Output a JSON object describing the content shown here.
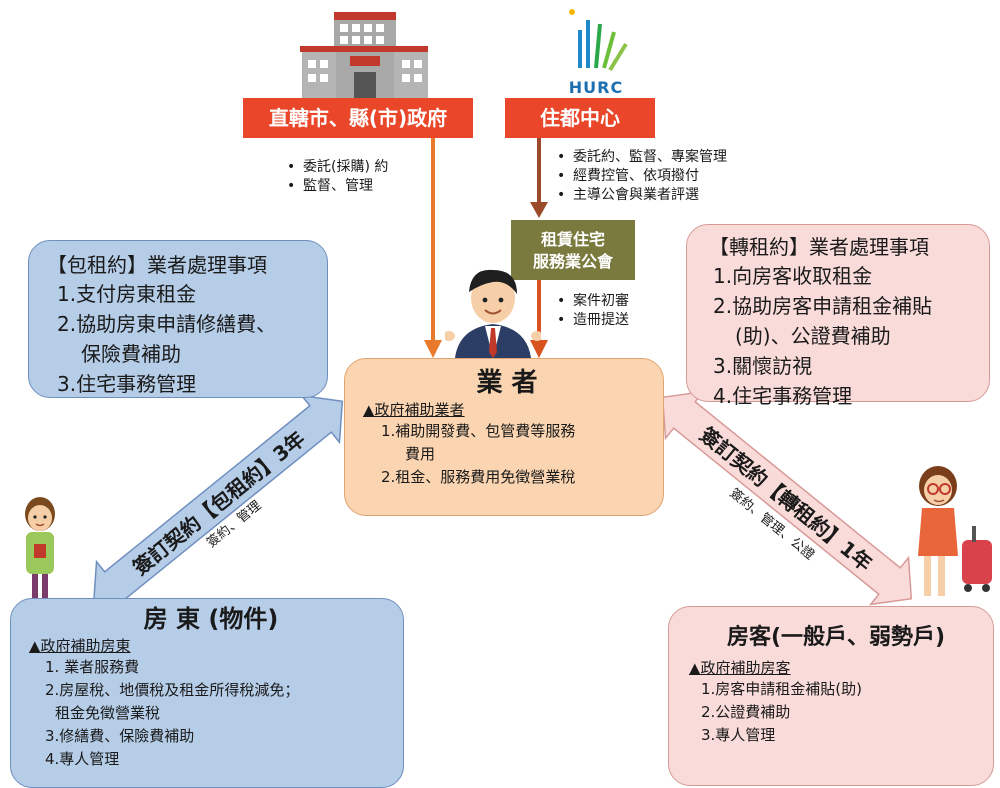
{
  "top": {
    "gov_label": "直轄市、縣(市)政府",
    "gov_bullets": [
      "委託(採購) 約",
      "監督、管理"
    ],
    "hurc_logo_text": "HURC",
    "hurc_label": "住都中心",
    "hurc_bullets": [
      "委託約、監督、專案管理",
      "經費控管、依項撥付",
      "主導公會與業者評選"
    ]
  },
  "association": {
    "line1": "租賃住宅",
    "line2": "服務業公會",
    "bullets": [
      "案件初審",
      "造冊提送"
    ]
  },
  "baozuyue_box": {
    "title": "【包租約】業者處理事項",
    "items": [
      "1.支付房東租金",
      "2.協助房東申請修繕費、",
      "保險費補助",
      "3.住宅事務管理"
    ]
  },
  "zhuanzuyue_box": {
    "title": "【轉租約】業者處理事項",
    "items": [
      "1.向房客收取租金",
      "2.協助房客申請租金補貼",
      "(助)、公證費補助",
      "3.關懷訪視",
      "4.住宅事務管理"
    ]
  },
  "operator": {
    "title": "業 者",
    "subhead": "▲政府補助業者",
    "items": [
      "1.補助開發費、包管費等服務",
      "費用",
      "2.租金、服務費用免徵營業稅"
    ]
  },
  "landlord": {
    "title": "房 東 (物件)",
    "subhead": "▲政府補助房東",
    "items": [
      "1. 業者服務費",
      "2.房屋稅、地價稅及租金所得稅減免；",
      "租金免徵營業稅",
      "3.修繕費、保險費補助",
      "4.專人管理"
    ]
  },
  "tenant": {
    "title": "房客(一般戶、弱勢戶)",
    "subhead": "▲政府補助房客",
    "items": [
      "1.房客申請租金補貼(助)",
      "2.公證費補助",
      "3.專人管理"
    ]
  },
  "arrows": {
    "left_label": "簽訂契約【包租約】3年",
    "left_small": "簽約、管理",
    "right_label": "簽訂契約【轉租約】1年",
    "right_small": "簽約、管理、公證"
  },
  "colors": {
    "orange_arrow": "#e97a2c",
    "red_bar": "#e9462a",
    "association": "#7a7a3e",
    "blue_box": "#b6cde8",
    "pink_box": "#f9dcda",
    "peach_box": "#fbd5b1"
  }
}
